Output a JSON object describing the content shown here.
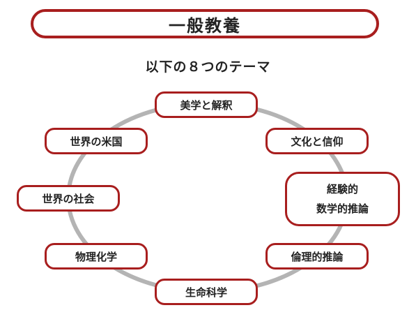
{
  "header": {
    "title": "一般教養"
  },
  "subtitle": "以下の８つのテーマ",
  "colors": {
    "accent": "#a81e1e",
    "ring": "#b4b4b4"
  },
  "themes": [
    {
      "label": "美学と解釈"
    },
    {
      "label": "文化と信仰"
    },
    {
      "label_line1": "経験的",
      "label_line2": "数学的推論"
    },
    {
      "label": "倫理的推論"
    },
    {
      "label": "生命科学"
    },
    {
      "label": "物理化学"
    },
    {
      "label": "世界の社会"
    },
    {
      "label": "世界の米国"
    }
  ]
}
